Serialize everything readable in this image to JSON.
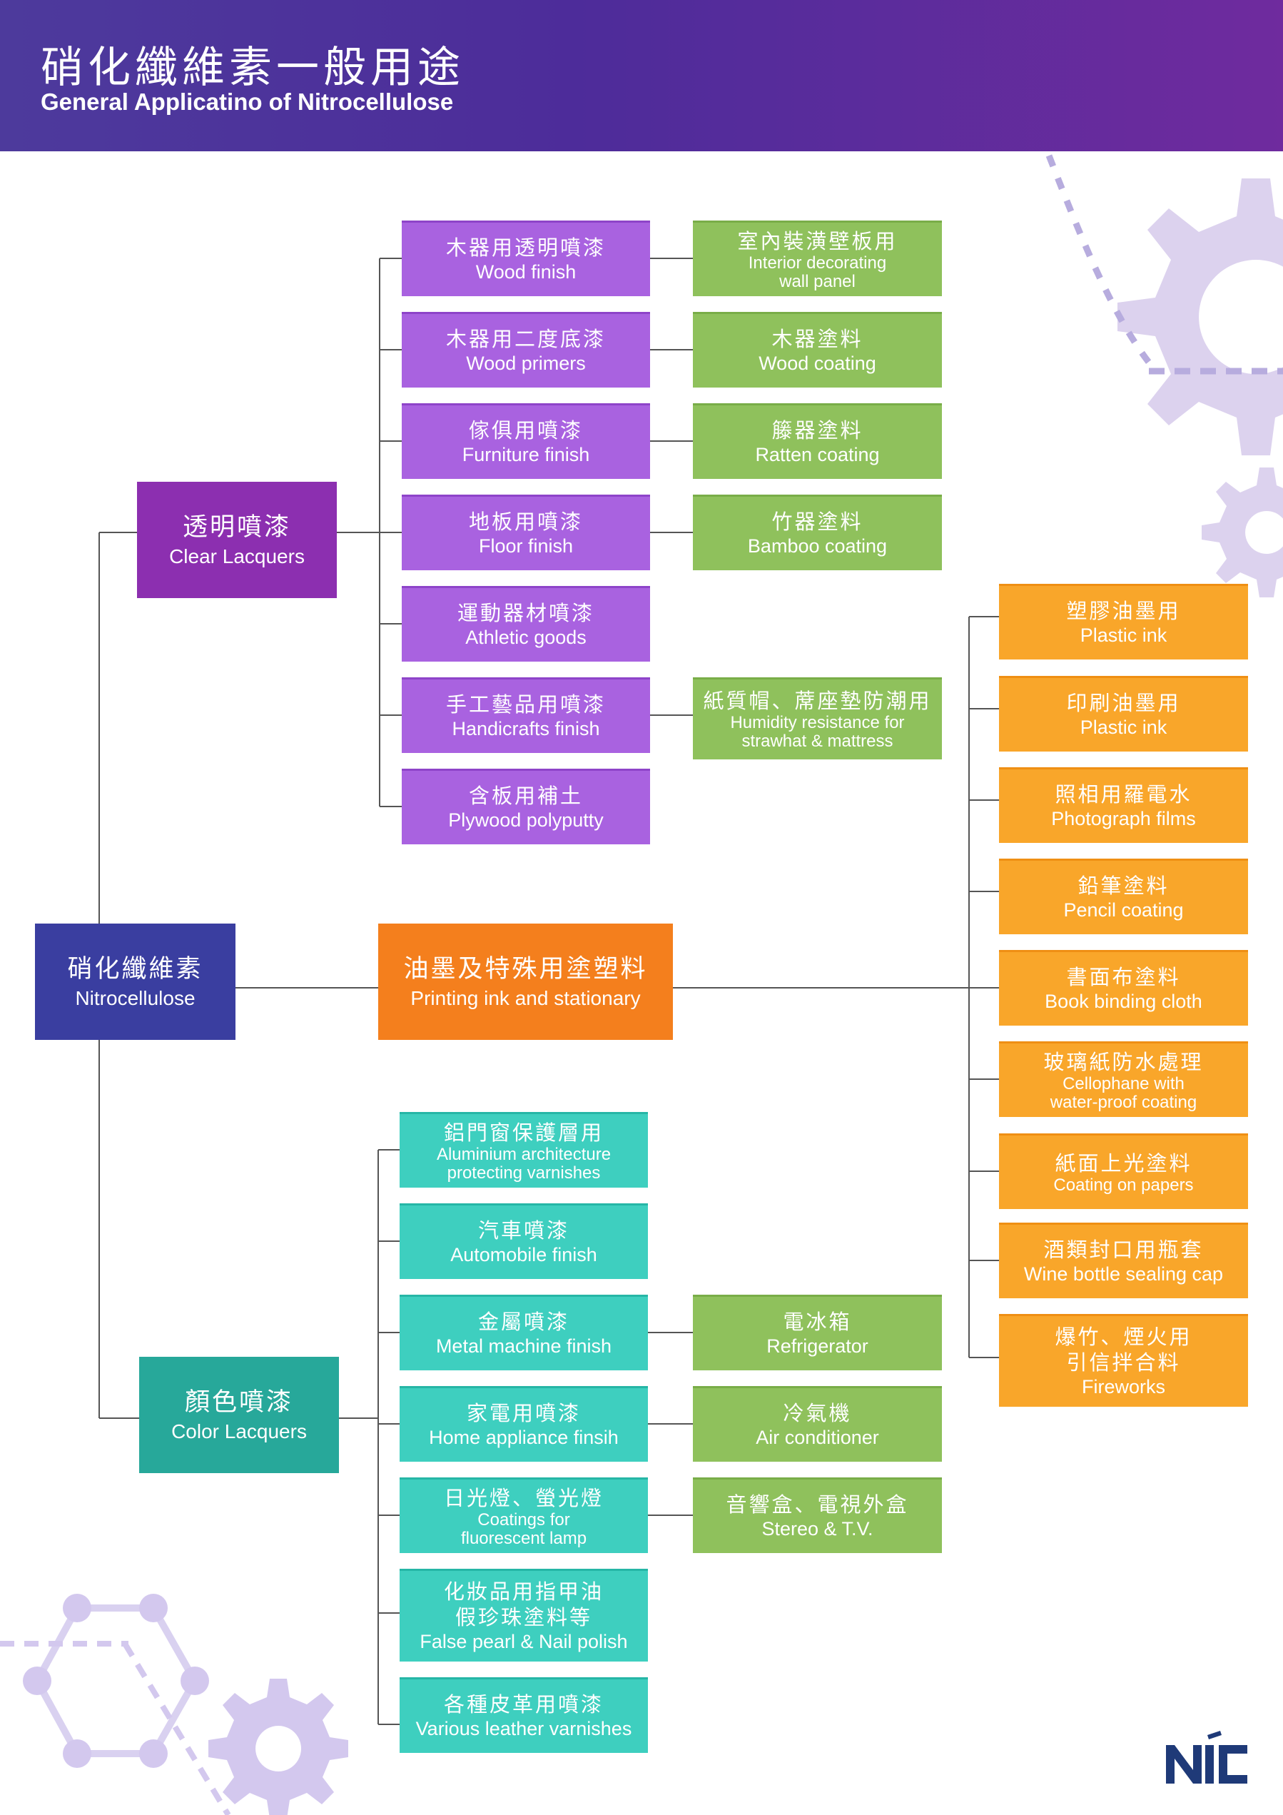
{
  "header": {
    "title_zh": "硝化纖維素一般用途",
    "title_en": "General Applicatino of Nitrocellulose"
  },
  "root": {
    "zh": "硝化纖維素",
    "en": "Nitrocellulose"
  },
  "clear_lacquers": {
    "zh": "透明噴漆",
    "en": "Clear Lacquers",
    "items": [
      {
        "zh": "木器用透明噴漆",
        "en": "Wood finish"
      },
      {
        "zh": "木器用二度底漆",
        "en": "Wood primers"
      },
      {
        "zh": "傢俱用噴漆",
        "en": "Furniture finish"
      },
      {
        "zh": "地板用噴漆",
        "en": "Floor finish"
      },
      {
        "zh": "運動器材噴漆",
        "en": "Athletic goods"
      },
      {
        "zh": "手工藝品用噴漆",
        "en": "Handicrafts finish"
      },
      {
        "zh": "含板用補土",
        "en": "Plywood polyputty"
      }
    ],
    "sub_items": [
      {
        "zh": "室內裝潢壁板用",
        "en": "Interior decorating\nwall panel"
      },
      {
        "zh": "木器塗料",
        "en": "Wood coating"
      },
      {
        "zh": "籐器塗料",
        "en": "Ratten coating"
      },
      {
        "zh": "竹器塗料",
        "en": "Bamboo coating"
      },
      {
        "zh": "紙質帽、蓆座墊防潮用",
        "en": "Humidity resistance for\nstrawhat & mattress"
      }
    ]
  },
  "printing_ink": {
    "zh": "油墨及特殊用塗塑料",
    "en": "Printing ink and stationary",
    "items": [
      {
        "zh": "塑膠油墨用",
        "en": "Plastic ink"
      },
      {
        "zh": "印刷油墨用",
        "en": "Plastic ink"
      },
      {
        "zh": "照相用羅電水",
        "en": "Photograph films"
      },
      {
        "zh": "鉛筆塗料",
        "en": "Pencil coating"
      },
      {
        "zh": "書面布塗料",
        "en": "Book binding cloth"
      },
      {
        "zh": "玻璃紙防水處理",
        "en": "Cellophane with\nwater-proof coating"
      },
      {
        "zh": "紙面上光塗料",
        "en": "Coating on papers"
      },
      {
        "zh": "酒類封口用瓶套",
        "en": "Wine bottle sealing cap"
      },
      {
        "zh": "爆竹、煙火用\n引信拌合料",
        "en": "Fireworks"
      }
    ]
  },
  "color_lacquers": {
    "zh": "顏色噴漆",
    "en": "Color Lacquers",
    "items": [
      {
        "zh": "鋁門窗保護層用",
        "en": "Aluminium architecture\nprotecting varnishes"
      },
      {
        "zh": "汽車噴漆",
        "en": "Automobile finish"
      },
      {
        "zh": "金屬噴漆",
        "en": "Metal machine finish"
      },
      {
        "zh": "家電用噴漆",
        "en": "Home appliance finsih"
      },
      {
        "zh": "日光燈、螢光燈",
        "en": "Coatings for\nfluorescent lamp"
      },
      {
        "zh": "化妝品用指甲油\n假珍珠塗料等",
        "en": "False pearl & Nail polish"
      },
      {
        "zh": "各種皮革用噴漆",
        "en": "Various leather varnishes"
      }
    ],
    "sub_items": [
      {
        "zh": "電冰箱",
        "en": "Refrigerator"
      },
      {
        "zh": "冷氣機",
        "en": "Air conditioner"
      },
      {
        "zh": "音響盒、電視外盒",
        "en": "Stereo & T.V."
      }
    ]
  },
  "logo": {
    "text": "NIC"
  },
  "colors": {
    "header": "#4d2c9a",
    "root": "#3a3ea0",
    "clear": "#8c2fb0",
    "clear_items": "#a962e0",
    "sub_items": "#8fc15c",
    "ink": "#f47f1d",
    "ink_items": "#f9a62a",
    "color": "#27a89a",
    "color_items": "#3ecfbf"
  }
}
